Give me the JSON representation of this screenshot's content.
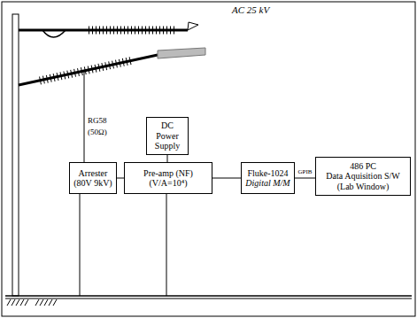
{
  "diagram": {
    "nodes": [
      {
        "text": [
          "Arrester",
          "(80V 9kV)"
        ]
      },
      {
        "text": [
          "DC Power Supply"
        ]
      },
      {
        "text": [
          "Pre-amp (NF)",
          "(V/A=10⁴)"
        ]
      },
      {
        "text": [
          "Fluke-1024",
          "Digital M/M"
        ]
      },
      {
        "text": [
          "486 PC",
          "Data Aquisition S/W",
          "(Lab Window)"
        ]
      }
    ],
    "edges": [
      {
        "from": 0,
        "to": 2,
        "arrow": "none"
      },
      {
        "from": 1,
        "to": 2,
        "arrow": "none"
      },
      {
        "from": 2,
        "to": 3,
        "arrow": "none"
      },
      {
        "from": 3,
        "to": 4,
        "arrow": "none",
        "label": "GPIB"
      }
    ],
    "labels": [
      "AC 25 kV",
      "RG58",
      "(50Ω)"
    ]
  }
}
